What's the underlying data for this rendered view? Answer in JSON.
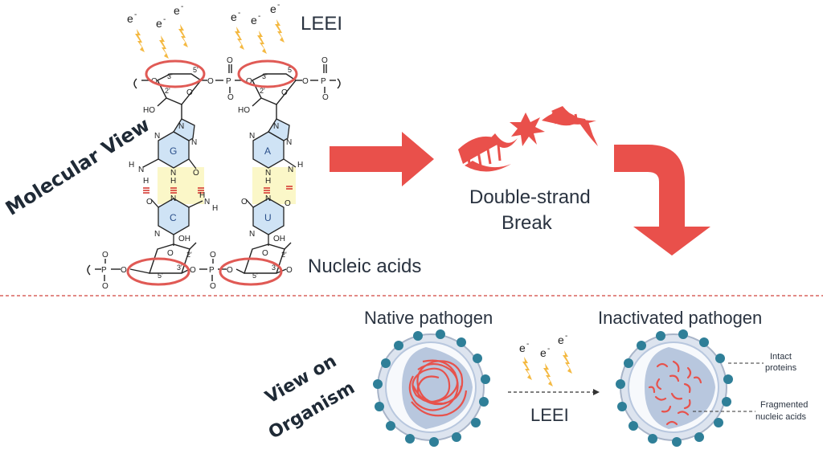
{
  "molecular": {
    "side_label": "Molecular View",
    "beam_label": "LEEI",
    "struct_label": "Nucleic acids",
    "electron": "e",
    "electron_charge": "-",
    "break_label_line1": "Double-strand",
    "break_label_line2": "Break",
    "bases": [
      "G",
      "C",
      "A",
      "U"
    ],
    "sugar_positions": [
      "3'",
      "5'",
      "2'"
    ],
    "atoms": {
      "oxygen": "O",
      "phosphorus": "P",
      "nitrogen": "N",
      "hydrogen": "H",
      "hydroxyl": "OH",
      "hydroxyl_left": "HO"
    }
  },
  "organism": {
    "side_label_line1": "View on",
    "side_label_line2": "Organism",
    "native_label": "Native pathogen",
    "inactivated_label": "Inactivated pathogen",
    "beam_label": "LEEI",
    "callout_proteins_line1": "Intact",
    "callout_proteins_line2": "proteins",
    "callout_nucleic_line1": "Fragmented",
    "callout_nucleic_line2": "nucleic acids"
  },
  "colors": {
    "arrow": "#e9504b",
    "highlight_ring": "#e05a55",
    "lightning": "#f4b942",
    "base_fill": "#cfe3f5",
    "hbond_fill": "#fbf7c8",
    "membrane": "#dde4ef",
    "capsid": "#b8c7de",
    "protein": "#2f7f98",
    "rna": "#e7524c",
    "divider": "#d0453e"
  }
}
